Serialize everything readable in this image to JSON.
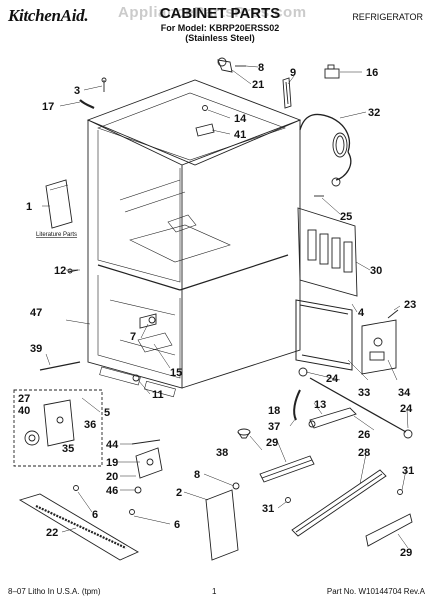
{
  "header": {
    "brand": "KitchenAid.",
    "title": "CABINET PARTS",
    "model": "For Model: KBRP20ERSS02",
    "variant": "(Stainless Steel)",
    "category": "REFRIGERATOR",
    "watermark": "AppliancePartsPros.com"
  },
  "footer": {
    "left": "8–07 Litho In U.S.A. (tpm)",
    "page": "1",
    "part_no": "Part No. W10144704 Rev.A"
  },
  "callouts": [
    {
      "id": "c1",
      "text": "1"
    },
    {
      "id": "c2",
      "text": "2"
    },
    {
      "id": "c3",
      "text": "3"
    },
    {
      "id": "c4",
      "text": "4"
    },
    {
      "id": "c5",
      "text": "5"
    },
    {
      "id": "c6a",
      "text": "6"
    },
    {
      "id": "c6b",
      "text": "6"
    },
    {
      "id": "c7",
      "text": "7"
    },
    {
      "id": "c8a",
      "text": "8"
    },
    {
      "id": "c8b",
      "text": "8"
    },
    {
      "id": "c9",
      "text": "9"
    },
    {
      "id": "c11",
      "text": "11"
    },
    {
      "id": "c12",
      "text": "12"
    },
    {
      "id": "c13",
      "text": "13"
    },
    {
      "id": "c14",
      "text": "14"
    },
    {
      "id": "c15",
      "text": "15"
    },
    {
      "id": "c16",
      "text": "16"
    },
    {
      "id": "c17",
      "text": "17"
    },
    {
      "id": "c18",
      "text": "18"
    },
    {
      "id": "c19",
      "text": "19"
    },
    {
      "id": "c20",
      "text": "20"
    },
    {
      "id": "c21",
      "text": "21"
    },
    {
      "id": "c22",
      "text": "22"
    },
    {
      "id": "c23",
      "text": "23"
    },
    {
      "id": "c24a",
      "text": "24"
    },
    {
      "id": "c24b",
      "text": "24"
    },
    {
      "id": "c25",
      "text": "25"
    },
    {
      "id": "c26",
      "text": "26"
    },
    {
      "id": "c27",
      "text": "27"
    },
    {
      "id": "c28",
      "text": "28"
    },
    {
      "id": "c29a",
      "text": "29"
    },
    {
      "id": "c29b",
      "text": "29"
    },
    {
      "id": "c30",
      "text": "30"
    },
    {
      "id": "c31a",
      "text": "31"
    },
    {
      "id": "c31b",
      "text": "31"
    },
    {
      "id": "c32",
      "text": "32"
    },
    {
      "id": "c33",
      "text": "33"
    },
    {
      "id": "c34",
      "text": "34"
    },
    {
      "id": "c35",
      "text": "35"
    },
    {
      "id": "c36",
      "text": "36"
    },
    {
      "id": "c37",
      "text": "37"
    },
    {
      "id": "c38",
      "text": "38"
    },
    {
      "id": "c39",
      "text": "39"
    },
    {
      "id": "c40",
      "text": "40"
    },
    {
      "id": "c41",
      "text": "41"
    },
    {
      "id": "c44",
      "text": "44"
    },
    {
      "id": "c46",
      "text": "46"
    },
    {
      "id": "c47",
      "text": "47"
    }
  ],
  "literature_label": "Literature Parts"
}
